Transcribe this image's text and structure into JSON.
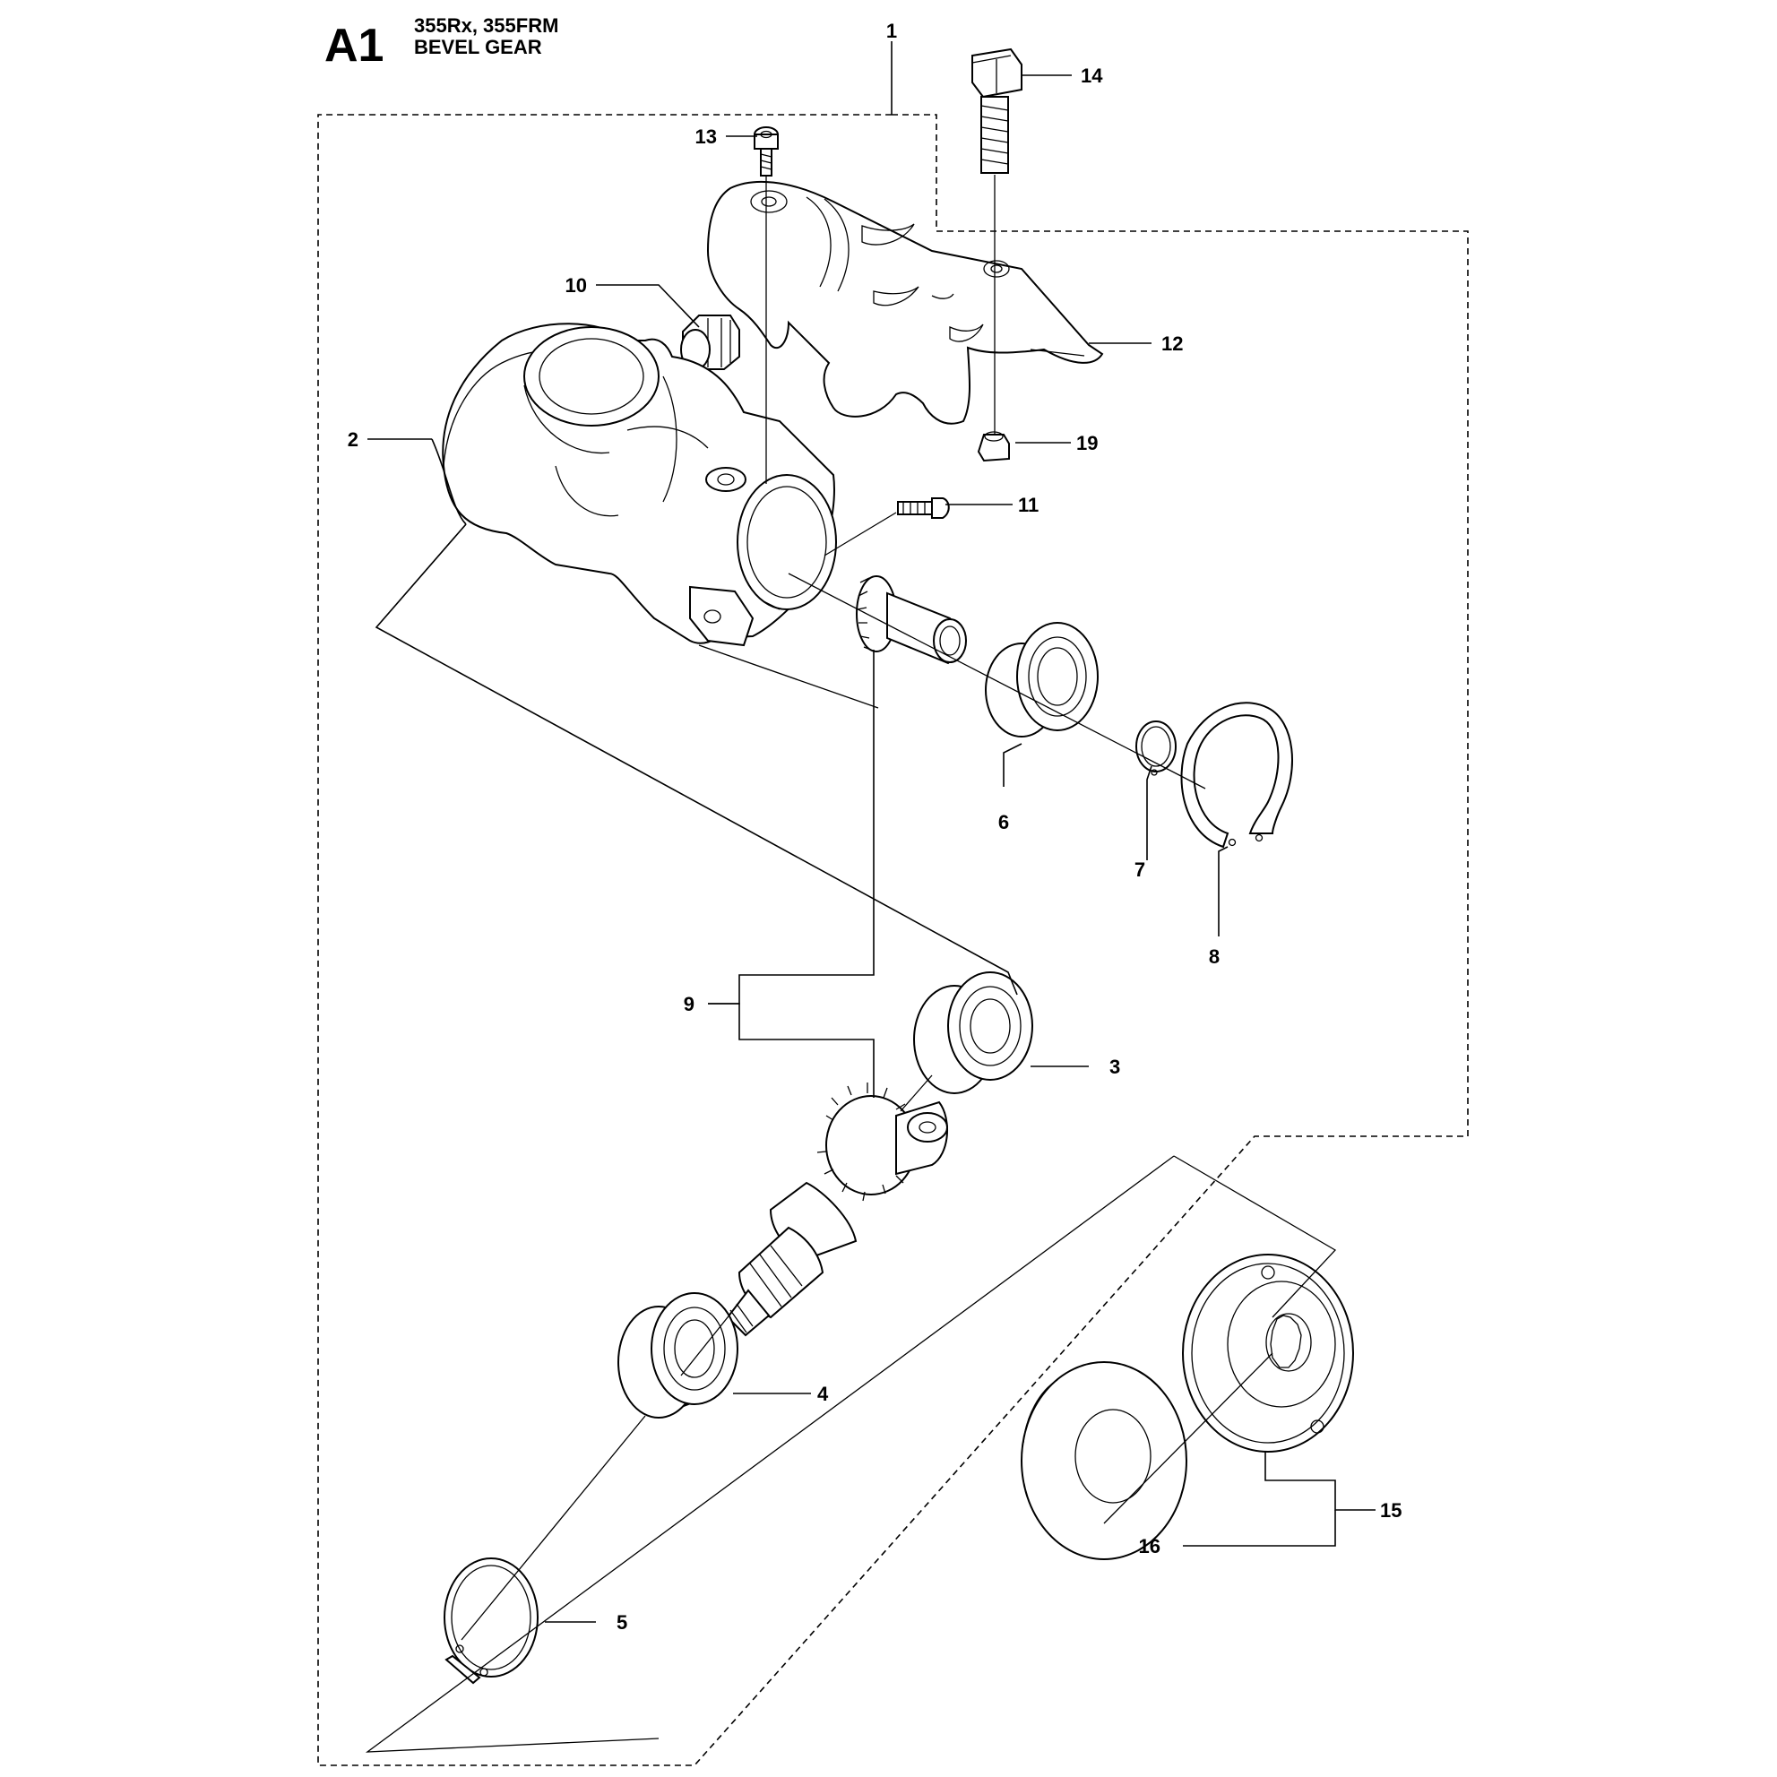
{
  "header": {
    "page_code": "A1",
    "models": "355Rx, 355FRM",
    "section": "BEVEL GEAR"
  },
  "callouts": [
    "1",
    "2",
    "3",
    "4",
    "5",
    "6",
    "7",
    "8",
    "9",
    "10",
    "11",
    "12",
    "13",
    "14",
    "15",
    "16",
    "19"
  ]
}
